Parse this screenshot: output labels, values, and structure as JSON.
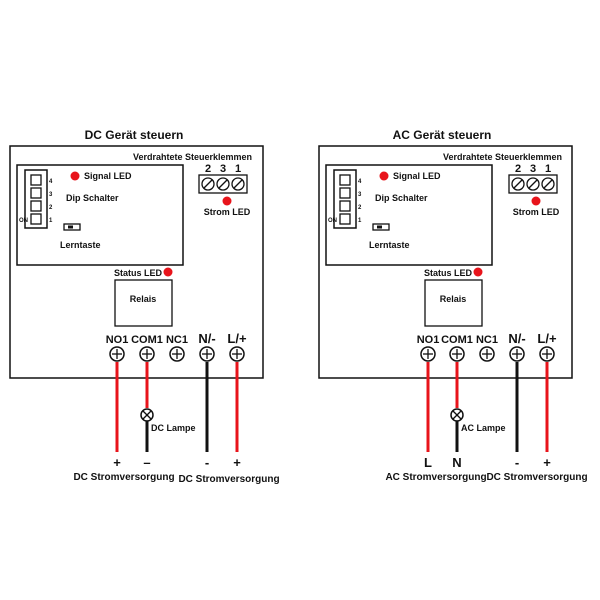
{
  "colors": {
    "red_wire": "#e8141b",
    "black_wire": "#111111",
    "led": "#e8141b",
    "outline": "#111111"
  },
  "icons": [
    "led-icon",
    "screw-terminal-icon",
    "dip-switch-icon",
    "lamp-icon",
    "push-button-icon"
  ],
  "panels": [
    {
      "title": "DC Gerät steuern",
      "control_terminals_label": "Verdrahtete Steuerklemmen",
      "terminal_numbers": [
        "2",
        "3",
        "1"
      ],
      "power_led_label": "Strom LED",
      "signal_led_label": "Signal LED",
      "dip_label": "Dip Schalter",
      "dip_numbers": [
        "4",
        "3",
        "2",
        "1"
      ],
      "dip_on_label": "ON",
      "learn_button_label": "Lerntaste",
      "status_led_label": "Status LED",
      "relay_label": "Relais",
      "output_terminals": [
        "NO1",
        "COM1",
        "NC1",
        "N/-",
        "L/+"
      ],
      "lamp_label": "DC Lampe",
      "polarity_marks": [
        "+",
        "–",
        "-",
        "+"
      ],
      "supply_left_label": "DC Stromversorgung",
      "supply_right_label": "DC Stromversorgung"
    },
    {
      "title": "AC Gerät steuern",
      "control_terminals_label": "Verdrahtete Steuerklemmen",
      "terminal_numbers": [
        "2",
        "3",
        "1"
      ],
      "power_led_label": "Strom LED",
      "signal_led_label": "Signal LED",
      "dip_label": "Dip Schalter",
      "dip_numbers": [
        "4",
        "3",
        "2",
        "1"
      ],
      "dip_on_label": "ON",
      "learn_button_label": "Lerntaste",
      "status_led_label": "Status LED",
      "relay_label": "Relais",
      "output_terminals": [
        "NO1",
        "COM1",
        "NC1",
        "N/-",
        "L/+"
      ],
      "lamp_label": "AC Lampe",
      "polarity_marks": [
        "L",
        "N",
        "-",
        "+"
      ],
      "supply_left_label": "AC Stromversorgung",
      "supply_right_label": "DC Stromversorgung"
    }
  ]
}
